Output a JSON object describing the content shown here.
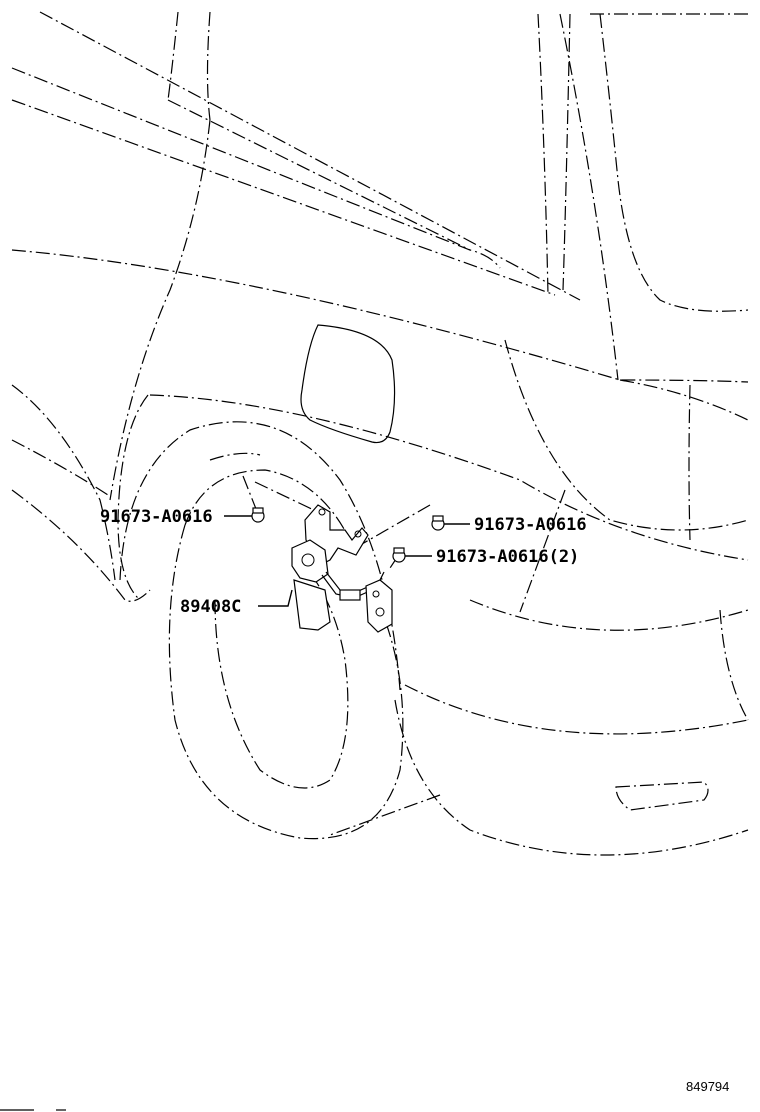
{
  "diagram": {
    "part_callouts": [
      {
        "id": "bolt-left",
        "label": "91673-A0616"
      },
      {
        "id": "bolt-right-upper",
        "label": "91673-A0616"
      },
      {
        "id": "bolt-right-lower",
        "label": "91673-A0616(2)"
      },
      {
        "id": "height-sensor",
        "label": "89408C"
      }
    ],
    "illustration_code": "849794"
  }
}
